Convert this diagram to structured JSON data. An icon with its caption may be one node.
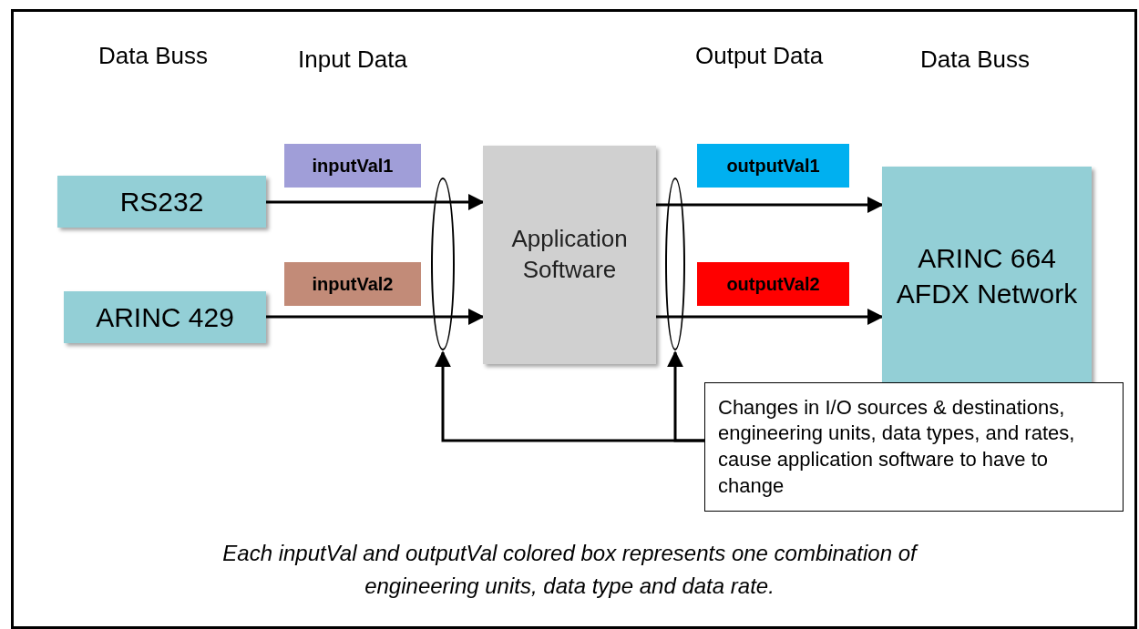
{
  "diagram": {
    "caption": "Each inputVal and outputVal colored box represents one combination of engineering units, data type and data rate.",
    "nodes": [
      {
        "text": [
          "RS232"
        ]
      },
      {
        "text": [
          "ARINC 429"
        ]
      },
      {
        "text": [
          "inputVal1"
        ]
      },
      {
        "text": [
          "inputVal2"
        ]
      },
      {
        "text": [
          "Application Software"
        ]
      },
      {
        "text": [
          "outputVal1"
        ]
      },
      {
        "text": [
          "outputVal2"
        ]
      },
      {
        "text": [
          "ARINC 664 AFDX Network"
        ]
      },
      {
        "text": [],
        "shape": "ellipse"
      },
      {
        "text": [],
        "shape": "ellipse"
      },
      {
        "text": [
          "Changes in I/O sources & destinations, engineering units, data types, and rates, cause application software to have to change"
        ]
      }
    ],
    "edges": [
      {
        "from": 0,
        "to": 8,
        "arrow": "none"
      },
      {
        "from": 8,
        "to": 4,
        "arrow": "to"
      },
      {
        "from": 1,
        "to": 8,
        "arrow": "none"
      },
      {
        "from": 8,
        "to": 4,
        "arrow": "to"
      },
      {
        "from": 4,
        "to": 9,
        "arrow": "none"
      },
      {
        "from": 9,
        "to": 7,
        "arrow": "to"
      },
      {
        "from": 4,
        "to": 9,
        "arrow": "none"
      },
      {
        "from": 9,
        "to": 7,
        "arrow": "to"
      },
      {
        "from": 10,
        "to": 8,
        "arrow": "to"
      },
      {
        "from": 10,
        "to": 9,
        "arrow": "to"
      }
    ],
    "labels": [
      "Data Buss",
      "Input Data",
      "Output Data",
      "Data Buss"
    ]
  }
}
